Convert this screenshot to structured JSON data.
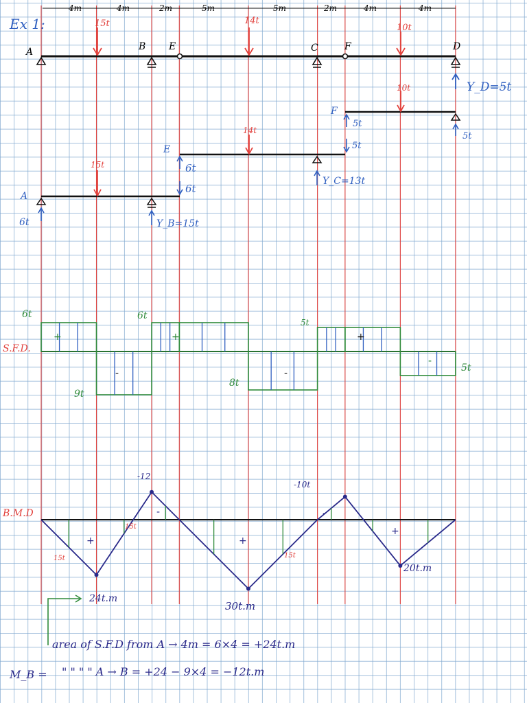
{
  "colors": {
    "grid": "#7fa8cf",
    "ink": "#111111",
    "red": "#e2413c",
    "blue": "#2f5fc0",
    "green": "#2f8a3a",
    "navy": "#2a2a8a"
  },
  "spans": [
    "4m",
    "4m",
    "2m",
    "5m",
    "5m",
    "2m",
    "4m",
    "4m"
  ],
  "title": "Ex 1:",
  "beam": {
    "labels": {
      "A": "A",
      "B": "B",
      "E": "E",
      "C": "C",
      "F": "F",
      "D": "D"
    },
    "loads": [
      "15t",
      "14t",
      "10t"
    ]
  },
  "fbd": {
    "fd": {
      "label": "F",
      "load": "10t",
      "f_reaction": "5t",
      "d_reaction": "5t",
      "yd": "Y_D=5t"
    },
    "ec": {
      "label": "E",
      "load": "14t",
      "e_reaction": "6t",
      "f_force": "5t",
      "yc": "Y_C=13t"
    },
    "ab": {
      "label": "A",
      "load": "15t",
      "a_reaction": "6t",
      "e_force": "6t",
      "yb": "Y_B=15t"
    }
  },
  "sfd": {
    "axis_label": "S.F.D.",
    "left_top": "6t",
    "b_top": "6t",
    "neg_left": "9t",
    "neg_mid": "8t",
    "pos_right": "5t",
    "neg_right": "5t",
    "signs": [
      "+",
      "-",
      "+",
      "-",
      "+",
      "-"
    ]
  },
  "bmd": {
    "axis_label": "B.M.D",
    "peak_b": "-12",
    "peak_c": "-10t",
    "m1": "24t.m",
    "m2": "30t.m",
    "m3": "20t.m",
    "slope1": "15t",
    "slope2": "15t",
    "slope3": "15t",
    "signs": [
      "+",
      "-",
      "+",
      "-",
      "+"
    ]
  },
  "notes": {
    "line1": "area of S.F.D  from A → 4m  = 6×4 = +24t.m",
    "line2_label": "M_B =",
    "line2": "\"   \"   \"   \"  A → B  = +24 − 9×4 = −12t.m"
  },
  "chart_data": [
    {
      "type": "area",
      "title": "S.F.D.",
      "x": [
        0,
        4,
        4,
        8,
        8,
        10,
        10,
        15,
        15,
        20,
        20,
        22,
        22,
        26,
        26,
        30
      ],
      "values": [
        6,
        6,
        -9,
        -9,
        6,
        6,
        6,
        6,
        -8,
        -8,
        5,
        5,
        5,
        5,
        -5,
        -5
      ],
      "x_unit": "m",
      "y_unit": "t"
    },
    {
      "type": "line",
      "title": "B.M.D",
      "x": [
        0,
        4,
        8,
        10,
        15,
        20,
        22,
        26,
        30
      ],
      "values": [
        0,
        24,
        -12,
        0,
        30,
        0,
        -10,
        20,
        0
      ],
      "x_unit": "m",
      "y_unit": "t.m"
    }
  ]
}
